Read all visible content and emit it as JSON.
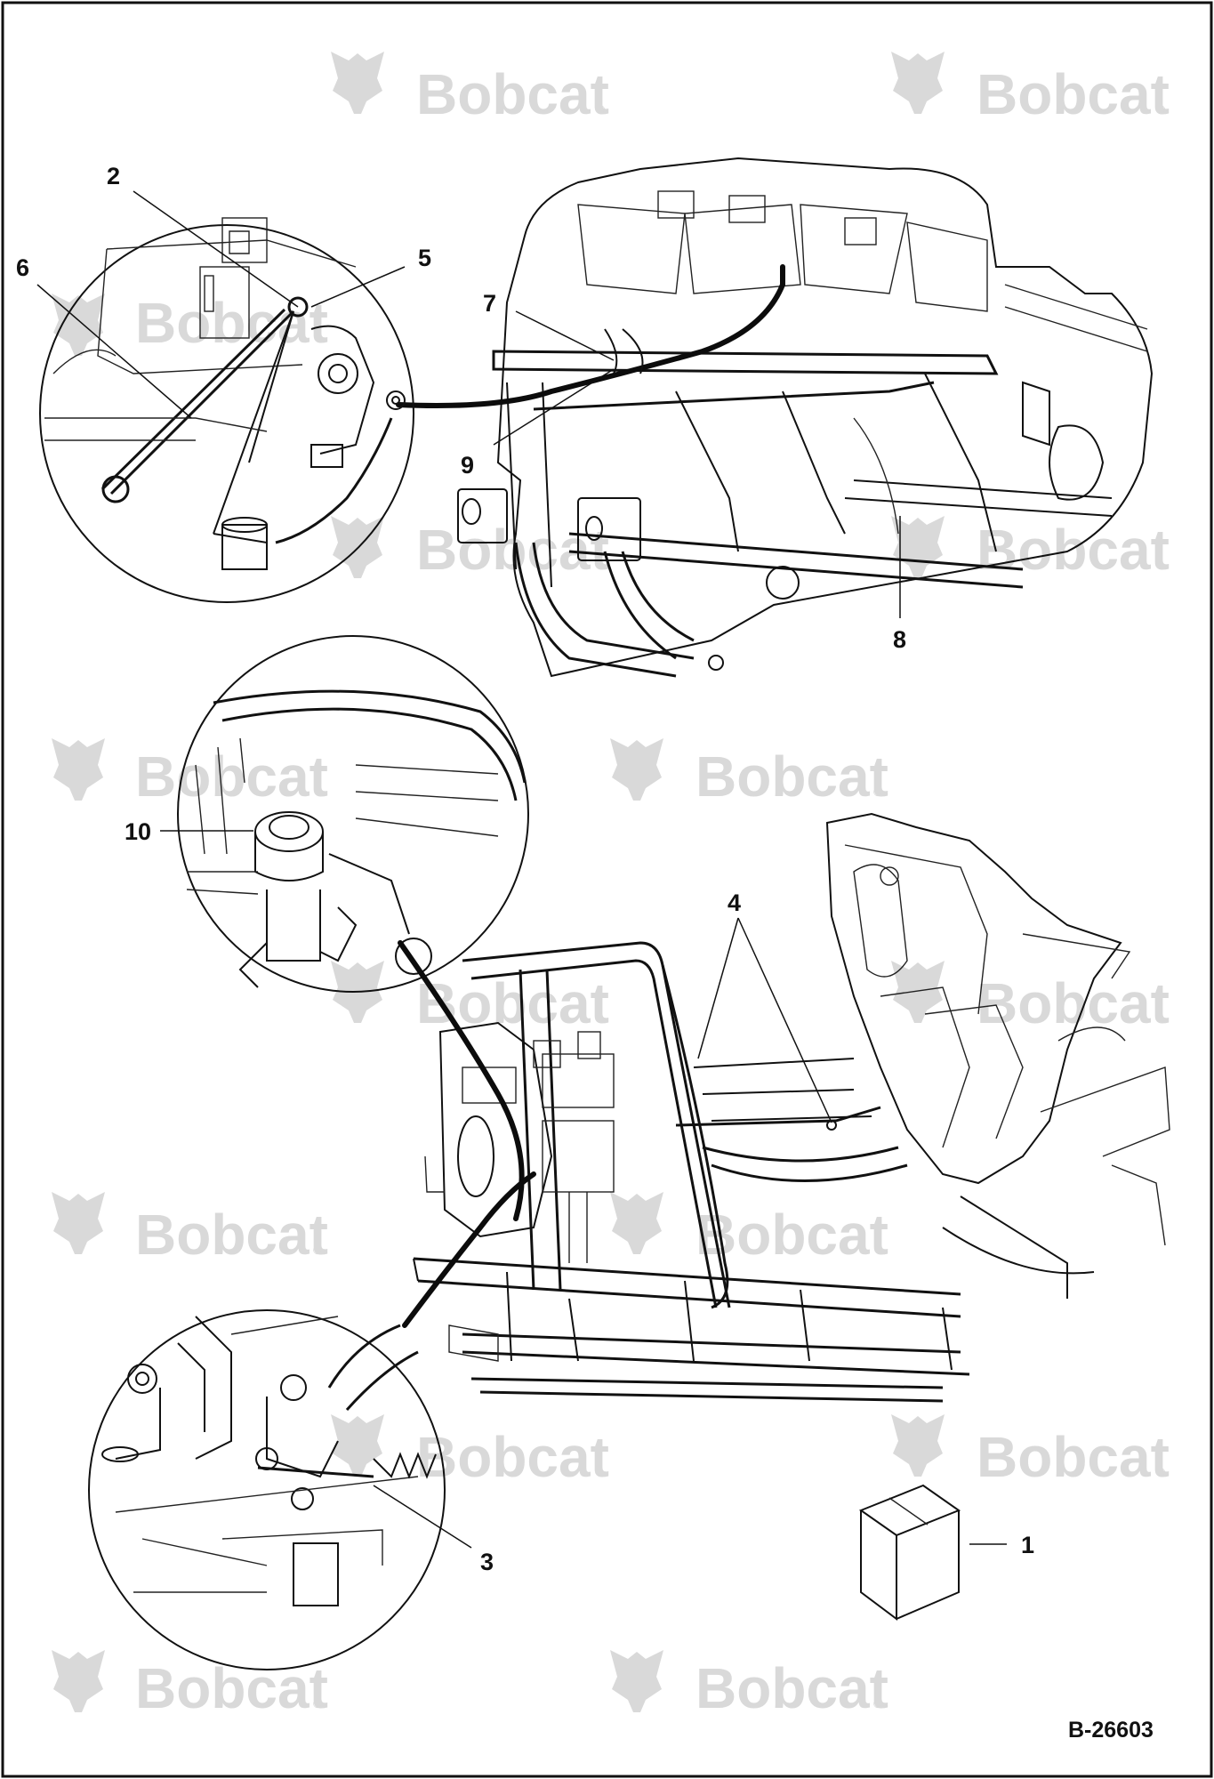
{
  "watermark": {
    "brand": "Bobcat",
    "registered_mark": "®",
    "color": "#d9d9d9"
  },
  "callouts": [
    "1",
    "2",
    "3",
    "4",
    "5",
    "6",
    "7",
    "8",
    "9",
    "10"
  ],
  "document_number": "B-26603",
  "colors": {
    "line": "#111111",
    "background": "#ffffff"
  },
  "icons": [
    "bobcat-logo-icon",
    "parts-kit-box-icon"
  ]
}
